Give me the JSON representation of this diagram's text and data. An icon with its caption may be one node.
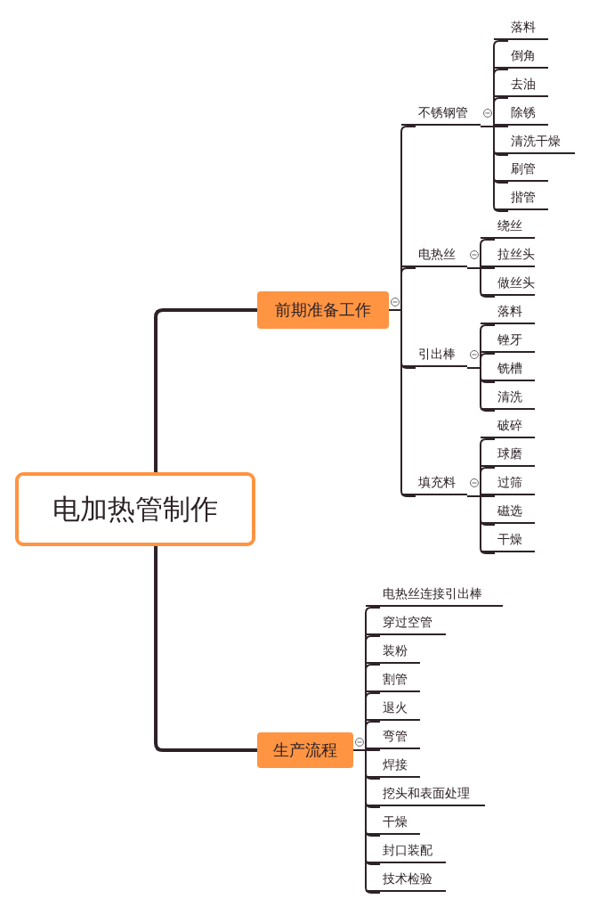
{
  "diagram": {
    "nodes": [
      {
        "text": [
          "电加热管制作"
        ]
      },
      {
        "text": [
          "前期准备工作"
        ]
      },
      {
        "text": [
          "不锈钢管"
        ]
      },
      {
        "text": [
          "落料"
        ]
      },
      {
        "text": [
          "倒角"
        ]
      },
      {
        "text": [
          "去油"
        ]
      },
      {
        "text": [
          "除锈"
        ]
      },
      {
        "text": [
          "清洗干燥"
        ]
      },
      {
        "text": [
          "刷管"
        ]
      },
      {
        "text": [
          "揩管"
        ]
      },
      {
        "text": [
          "电热丝"
        ]
      },
      {
        "text": [
          "绕丝"
        ]
      },
      {
        "text": [
          "拉丝头"
        ]
      },
      {
        "text": [
          "做丝头"
        ]
      },
      {
        "text": [
          "引出棒"
        ]
      },
      {
        "text": [
          "落料"
        ]
      },
      {
        "text": [
          "锉牙"
        ]
      },
      {
        "text": [
          "铣槽"
        ]
      },
      {
        "text": [
          "清洗"
        ]
      },
      {
        "text": [
          "填充料"
        ]
      },
      {
        "text": [
          "破碎"
        ]
      },
      {
        "text": [
          "球磨"
        ]
      },
      {
        "text": [
          "过筛"
        ]
      },
      {
        "text": [
          "磁选"
        ]
      },
      {
        "text": [
          "干燥"
        ]
      },
      {
        "text": [
          "生产流程"
        ]
      },
      {
        "text": [
          "电热丝连接引出棒"
        ]
      },
      {
        "text": [
          "穿过空管"
        ]
      },
      {
        "text": [
          "装粉"
        ]
      },
      {
        "text": [
          "割管"
        ]
      },
      {
        "text": [
          "退火"
        ]
      },
      {
        "text": [
          "弯管"
        ]
      },
      {
        "text": [
          "焊接"
        ]
      },
      {
        "text": [
          "挖头和表面处理"
        ]
      },
      {
        "text": [
          "干燥"
        ]
      },
      {
        "text": [
          "封口装配"
        ]
      },
      {
        "text": [
          "技术检验"
        ]
      }
    ],
    "edges": [
      {
        "from": 0,
        "to": 1,
        "arrow": "none",
        "style": "thick"
      },
      {
        "from": 1,
        "to": 2,
        "arrow": "none"
      },
      {
        "from": 2,
        "to": 3,
        "arrow": "none"
      },
      {
        "from": 2,
        "to": 4,
        "arrow": "none"
      },
      {
        "from": 2,
        "to": 5,
        "arrow": "none"
      },
      {
        "from": 2,
        "to": 6,
        "arrow": "none"
      },
      {
        "from": 2,
        "to": 7,
        "arrow": "none"
      },
      {
        "from": 2,
        "to": 8,
        "arrow": "none"
      },
      {
        "from": 2,
        "to": 9,
        "arrow": "none"
      },
      {
        "from": 1,
        "to": 10,
        "arrow": "none"
      },
      {
        "from": 10,
        "to": 11,
        "arrow": "none"
      },
      {
        "from": 10,
        "to": 12,
        "arrow": "none"
      },
      {
        "from": 10,
        "to": 13,
        "arrow": "none"
      },
      {
        "from": 1,
        "to": 14,
        "arrow": "none"
      },
      {
        "from": 14,
        "to": 15,
        "arrow": "none"
      },
      {
        "from": 14,
        "to": 16,
        "arrow": "none"
      },
      {
        "from": 14,
        "to": 17,
        "arrow": "none"
      },
      {
        "from": 14,
        "to": 18,
        "arrow": "none"
      },
      {
        "from": 1,
        "to": 19,
        "arrow": "none"
      },
      {
        "from": 19,
        "to": 20,
        "arrow": "none"
      },
      {
        "from": 19,
        "to": 21,
        "arrow": "none"
      },
      {
        "from": 19,
        "to": 22,
        "arrow": "none"
      },
      {
        "from": 19,
        "to": 23,
        "arrow": "none"
      },
      {
        "from": 19,
        "to": 24,
        "arrow": "none"
      },
      {
        "from": 0,
        "to": 25,
        "arrow": "none",
        "style": "thick"
      },
      {
        "from": 25,
        "to": 26,
        "arrow": "none"
      },
      {
        "from": 25,
        "to": 27,
        "arrow": "none"
      },
      {
        "from": 25,
        "to": 28,
        "arrow": "none"
      },
      {
        "from": 25,
        "to": 29,
        "arrow": "none"
      },
      {
        "from": 25,
        "to": 30,
        "arrow": "none"
      },
      {
        "from": 25,
        "to": 31,
        "arrow": "none"
      },
      {
        "from": 25,
        "to": 32,
        "arrow": "none"
      },
      {
        "from": 25,
        "to": 33,
        "arrow": "none"
      },
      {
        "from": 25,
        "to": 34,
        "arrow": "none"
      },
      {
        "from": 25,
        "to": 35,
        "arrow": "none"
      },
      {
        "from": 25,
        "to": 36,
        "arrow": "none"
      }
    ]
  }
}
